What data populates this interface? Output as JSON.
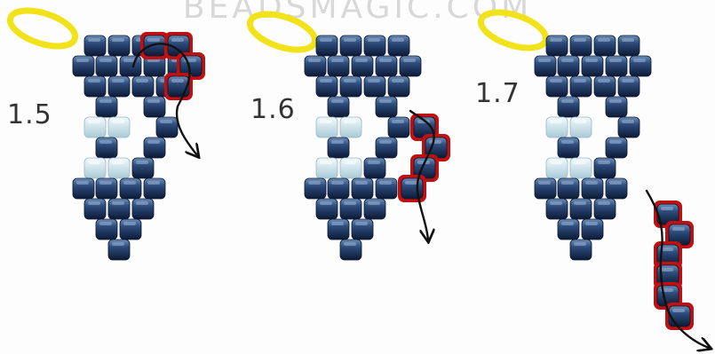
{
  "watermark": "BEADSMAGIC.COM",
  "steps": [
    {
      "label": "1.5"
    },
    {
      "label": "1.6"
    },
    {
      "label": "1.7"
    }
  ],
  "colors": {
    "bead_dark": "#1f3a66",
    "bead_light": "#d4e8f0",
    "highlight": "#c01010",
    "ring": "#f2e21a",
    "thread": "#111111"
  }
}
